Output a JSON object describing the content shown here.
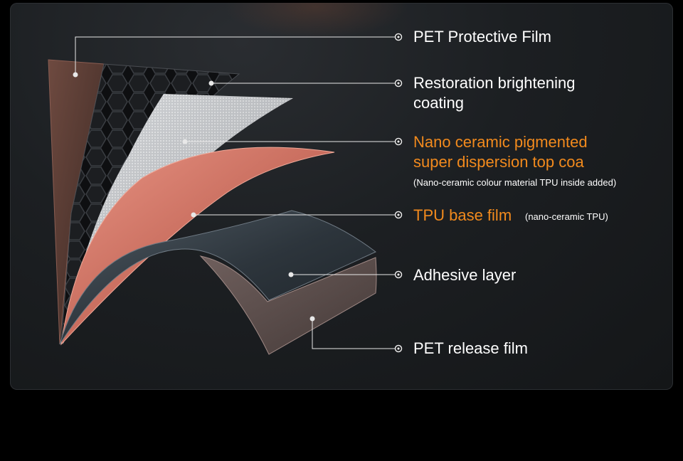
{
  "layers": [
    {
      "label": "PET Protective Film"
    },
    {
      "label_line1": "Restoration brightening",
      "label_line2": "coating"
    },
    {
      "label_line1": "Nano ceramic pigmented",
      "label_line2": "super dispersion top coa",
      "note": "(Nano-ceramic colour material TPU inside added)"
    },
    {
      "label": "TPU base film",
      "note": "(nano-ceramic TPU)"
    },
    {
      "label": "Adhesive layer"
    },
    {
      "label": "PET release film"
    }
  ],
  "colors": {
    "background": "#141618",
    "label_text": "#ffffff",
    "highlight_text": "#f28a1d",
    "leader_line": "#e8e8e8"
  }
}
